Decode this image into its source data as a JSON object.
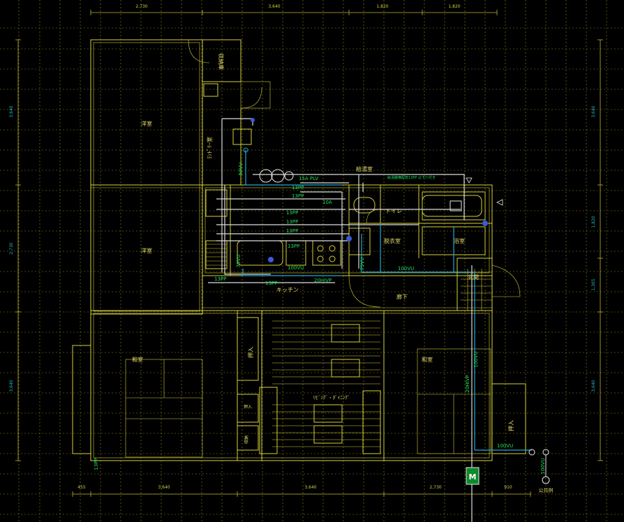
{
  "dimensions": {
    "top": [
      "2,730",
      "3,640",
      "1,820",
      "1,820"
    ],
    "bottom": [
      "455",
      "3,640",
      "3,640",
      "2,730",
      "910"
    ],
    "left": [
      "3,640",
      "2,730",
      "3,640"
    ],
    "right": [
      "3,640",
      "1,820",
      "1,365",
      "3,640"
    ]
  },
  "rooms": {
    "storage_top": "収納庫",
    "western_room_1": "洋室",
    "western_room_2": "洋室",
    "laundry": "ﾗﾝﾄﾞﾘｰ室",
    "hot_water_room": "給湯室",
    "toilet": "トイレ",
    "changing_room": "脱衣室",
    "bathroom": "浴室",
    "kitchen": "キッチン",
    "hall": "廊下",
    "entrance": "玄関",
    "japanese_room_left": "和室",
    "japanese_room_right": "和室",
    "closet_1": "押入",
    "closet_2": "押入",
    "closet_3": "押入",
    "storage_small": "収納",
    "living_dining": "ﾘﾋﾞﾝｸﾞ・ﾀﾞｲﾆﾝｸﾞ"
  },
  "pipe_labels": {
    "p15a_plv": "15A PLV",
    "p13pp_1": "13PP",
    "p13pp_2": "13PP",
    "p13pp_3": "13PP",
    "p13pp_4": "13PP",
    "p13pp_5": "13PP",
    "p13pp_6": "13PP",
    "p13pp_7": "13PP",
    "p10a": "10A",
    "p50vu": "50VU",
    "p75vu_1": "75VU",
    "p75vu_2": "75VU",
    "p100vu_1": "100VU",
    "p100vu_2": "100VU",
    "p100vu_3": "100VU",
    "p100vu_4": "100VU",
    "p20hivp_1": "20HIVP",
    "p20hivp_2": "20HIVP",
    "p13pp_left": "13PP",
    "hot_water_note": "給湯器横配管13PP 以下ｱﾝ付き",
    "meter": "M",
    "public_sewer": "公共桝"
  },
  "colors": {
    "background": "#000000",
    "walls": "#d6cf3a",
    "grid": "#8a8a23",
    "water_pipe": "#dcdcdc",
    "drain_pipe": "#20a8d8",
    "pipe_label": "#2fd06a"
  }
}
